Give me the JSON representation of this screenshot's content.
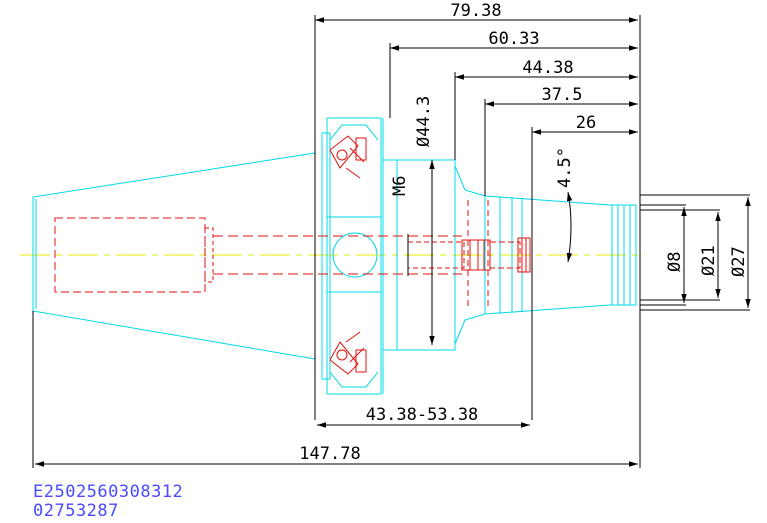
{
  "colors": {
    "outline": "#00d8e8",
    "hidden": "#e01010",
    "centerline": "#e8e800",
    "dimension": "#000000",
    "code_text": "#4a4aff"
  },
  "dimensions": {
    "len_79_38": "79.38",
    "len_60_33": "60.33",
    "len_44_38": "44.38",
    "len_37_5": "37.5",
    "len_26": "26",
    "angle": "4.5°",
    "dia_44_3": "Ø44.3",
    "thread": "M6",
    "dia_8": "Ø8",
    "dia_21": "Ø21",
    "dia_27": "Ø27",
    "range": "43.38-53.38",
    "total": "147.78"
  },
  "codes": {
    "line1": "E2502560308312",
    "line2": "02753287"
  }
}
